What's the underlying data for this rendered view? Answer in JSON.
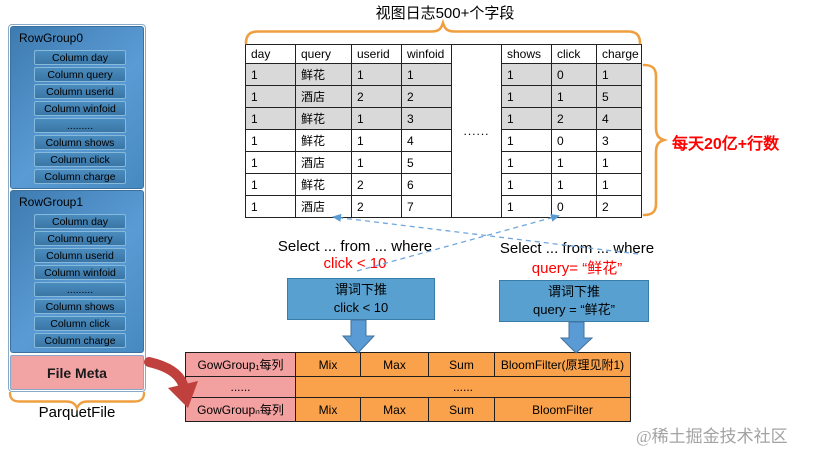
{
  "page": {
    "watermark": "@稀土掘金技术社区"
  },
  "colors": {
    "panel_blue": "#5b9bd5",
    "bar_blue": "#3a76a6",
    "pushdown_blue": "#58a0cf",
    "brace_orange": "#ef9f3f",
    "file_meta_pink": "#f2a3a3",
    "stats_orange": "#f9a24b",
    "stats_pink": "#f2a0a0",
    "note_red": "#ff0000",
    "arrow_red": "#c0403e",
    "arrow_blue": "#5b9bd5"
  },
  "parquet": {
    "label": "ParquetFile",
    "file_meta": "File Meta",
    "row_groups": [
      {
        "name": "RowGroup0",
        "columns": [
          "Column day",
          "Column query",
          "Column userid",
          "Column winfoid",
          ".........",
          "Column shows",
          "Column click",
          "Column charge"
        ]
      },
      {
        "name": "RowGroup1",
        "columns": [
          "Column day",
          "Column query",
          "Column userid",
          "Column winfoid",
          ".........",
          "Column shows",
          "Column click",
          "Column charge"
        ]
      }
    ]
  },
  "log": {
    "title": "视图日志500+个字段",
    "row_note": "每天20亿+行数",
    "headers": [
      "day",
      "query",
      "userid",
      "winfoid",
      "shows",
      "click",
      "charge"
    ],
    "gap": "......",
    "rows": [
      [
        "1",
        "鲜花",
        "1",
        "1",
        "1",
        "0",
        "1"
      ],
      [
        "1",
        "酒店",
        "2",
        "2",
        "1",
        "1",
        "5"
      ],
      [
        "1",
        "鲜花",
        "1",
        "3",
        "1",
        "2",
        "4"
      ],
      [
        "1",
        "鲜花",
        "1",
        "4",
        "1",
        "0",
        "3"
      ],
      [
        "1",
        "酒店",
        "1",
        "5",
        "1",
        "1",
        "1"
      ],
      [
        "1",
        "鲜花",
        "2",
        "6",
        "1",
        "1",
        "1"
      ],
      [
        "1",
        "酒店",
        "2",
        "7",
        "1",
        "0",
        "2"
      ]
    ]
  },
  "queries": [
    {
      "sql": "Select ... from ... where",
      "predicate": "click < 10",
      "pushdown_line1": "谓词下推",
      "pushdown_line2": "click < 10"
    },
    {
      "sql": "Select ... from ... where",
      "predicate": "query= “鲜花”",
      "pushdown_line1": "谓词下推",
      "pushdown_line2": "query = “鲜花”"
    }
  ],
  "stats": {
    "rows": [
      {
        "group": "GowGroup₁每列",
        "cells": [
          "Mix",
          "Max",
          "Sum",
          "BloomFilter(原理见附1)"
        ]
      },
      {
        "group": "......",
        "merged": "......"
      },
      {
        "group": "GowGroupₙ每列",
        "cells": [
          "Mix",
          "Max",
          "Sum",
          "BloomFilter"
        ]
      }
    ]
  }
}
